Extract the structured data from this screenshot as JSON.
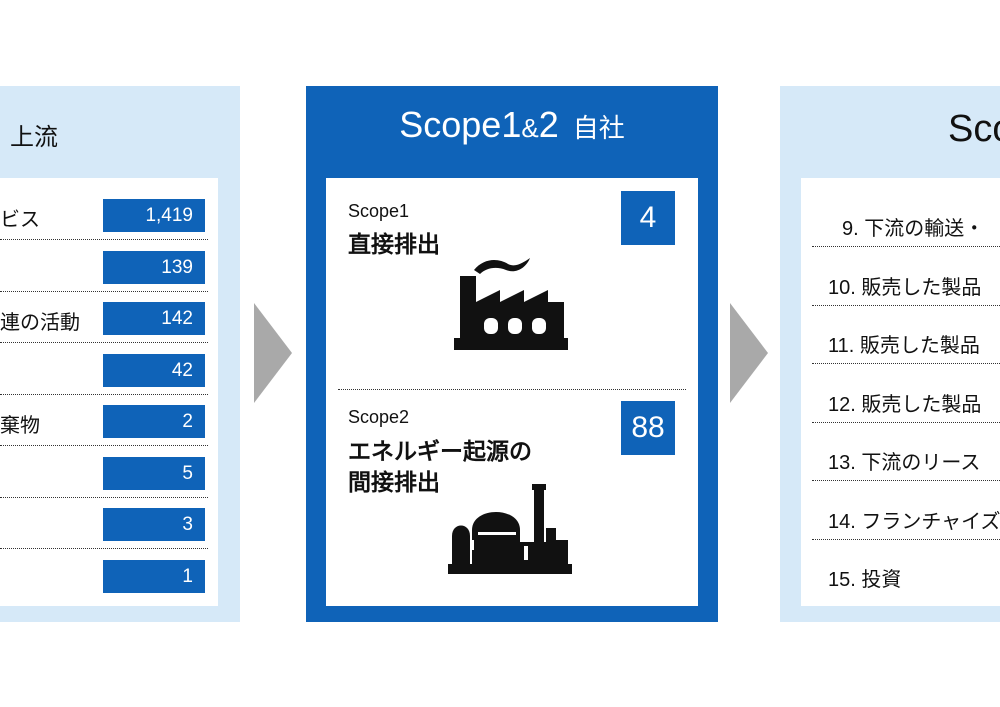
{
  "upstream": {
    "title": "上流",
    "rows": [
      {
        "label": "ビス",
        "value": "1,419"
      },
      {
        "label": "",
        "value": "139"
      },
      {
        "label": "連の活動",
        "value": "142"
      },
      {
        "label": "",
        "value": "42"
      },
      {
        "label": "棄物",
        "value": "2"
      },
      {
        "label": "",
        "value": "5"
      },
      {
        "label": "",
        "value": "3"
      },
      {
        "label": "",
        "value": "1"
      }
    ]
  },
  "center": {
    "title_main": "Scope1",
    "title_amp": "&",
    "title_num": "2",
    "title_jp": "自社",
    "scope1": {
      "label": "Scope1",
      "name": "直接排出",
      "value": "4"
    },
    "scope2": {
      "label": "Scope2",
      "name_line1": "エネルギー起源の",
      "name_line2": "間接排出",
      "value": "88"
    }
  },
  "downstream": {
    "title": "Sco",
    "rows": [
      "9. 下流の輸送・",
      "10. 販売した製品",
      "11. 販売した製品",
      "12. 販売した製品",
      "13. 下流のリース",
      "14. フランチャイズ",
      "15. 投資"
    ]
  },
  "colors": {
    "blue": "#0f63b8",
    "light_blue": "#d6e9f8",
    "arrow_gray": "#a9a9a9"
  },
  "icons": {
    "scope1": "factory-icon",
    "scope2": "power-plant-icon"
  }
}
